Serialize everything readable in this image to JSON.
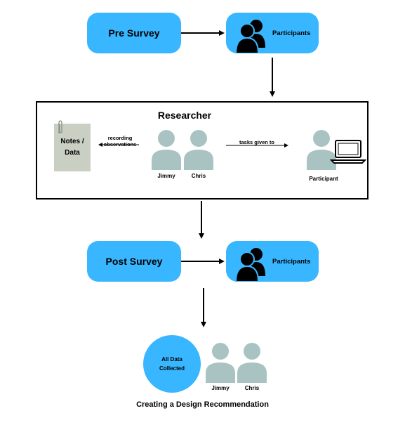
{
  "pre_survey": {
    "label": "Pre Survey"
  },
  "participants_top": {
    "label": "Participants"
  },
  "researcher": {
    "title": "Researcher",
    "notes_label": "Notes /\nData",
    "recording_label": "recording\nobservations",
    "tasks_label": "tasks given to",
    "researcher_names": [
      "Jimmy",
      "Chris"
    ],
    "participant_label": "Participant"
  },
  "post_survey": {
    "label": "Post Survey"
  },
  "participants_bottom": {
    "label": "Participants"
  },
  "final": {
    "circle_label": "All Data\nCollected",
    "researcher_names": [
      "Jimmy",
      "Chris"
    ],
    "caption": "Creating a Design Recommendation"
  },
  "colors": {
    "box_blue": "#38b6ff",
    "person_gray": "#a9c3c3",
    "note_gray": "#c9cfc3",
    "stroke": "#000000"
  },
  "icons": {
    "group": "group-people-icon",
    "person": "person-icon",
    "laptop": "laptop-icon",
    "paperclip": "paperclip-icon"
  }
}
